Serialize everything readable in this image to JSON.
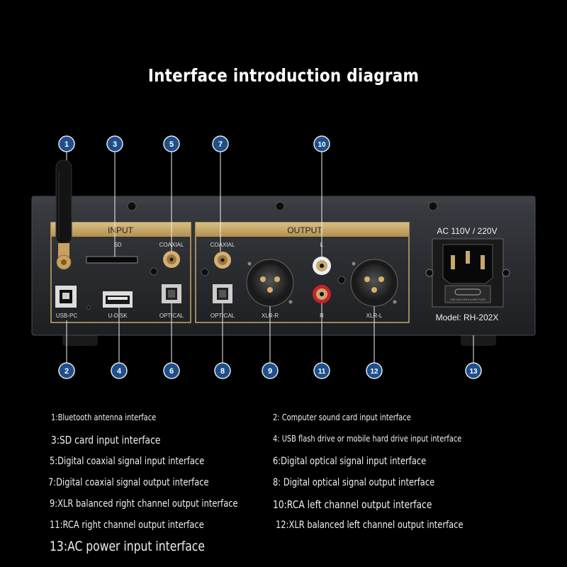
{
  "title": "Interface introduction diagram",
  "device": {
    "input_label": "INPUT",
    "output_label": "OUTPUT",
    "sd_label": "SD",
    "coaxial_in_label": "COAXIAL",
    "usb_pc_label": "USB-PC",
    "udisk_label": "U-DISK",
    "optical_in_label": "OPTICAL",
    "coaxial_out_label": "COAXIAL",
    "optical_out_label": "OPTICAL",
    "xlr_r_label": "XLR-R",
    "xlr_l_label": "XLR-L",
    "rca_l_label": "L",
    "rca_r_label": "R",
    "ac_label": "AC 110V / 220V",
    "model_label": "Model: RH-202X",
    "fuse_label": "USE ONLY WITH A 250V FUSE"
  },
  "callouts": [
    "1",
    "2",
    "3",
    "4",
    "5",
    "6",
    "7",
    "8",
    "9",
    "10",
    "11",
    "12",
    "13"
  ],
  "legend": [
    {
      "text": "1:Bluetooth antenna interface"
    },
    {
      "text": "2: Computer sound card input interface"
    },
    {
      "text": "3:SD card input interface"
    },
    {
      "text": "4: USB flash drive or mobile hard drive input interface"
    },
    {
      "text": "5:Digital coaxial signal input interface"
    },
    {
      "text": "6:Digital optical signal input interface"
    },
    {
      "text": "7:Digital coaxial signal output interface"
    },
    {
      "text": "8: Digital optical signal output interface"
    },
    {
      "text": "9:XLR balanced right channel output interface"
    },
    {
      "text": "10:RCA left channel output interface"
    },
    {
      "text": "11:RCA right channel output interface"
    },
    {
      "text": "12:XLR balanced left channel output interface"
    },
    {
      "text": "13:AC power input interface"
    }
  ],
  "colors": {
    "callout_fill": "#1e4f8c",
    "panel_gold": "#c9a86a",
    "chassis": "#26282c"
  }
}
